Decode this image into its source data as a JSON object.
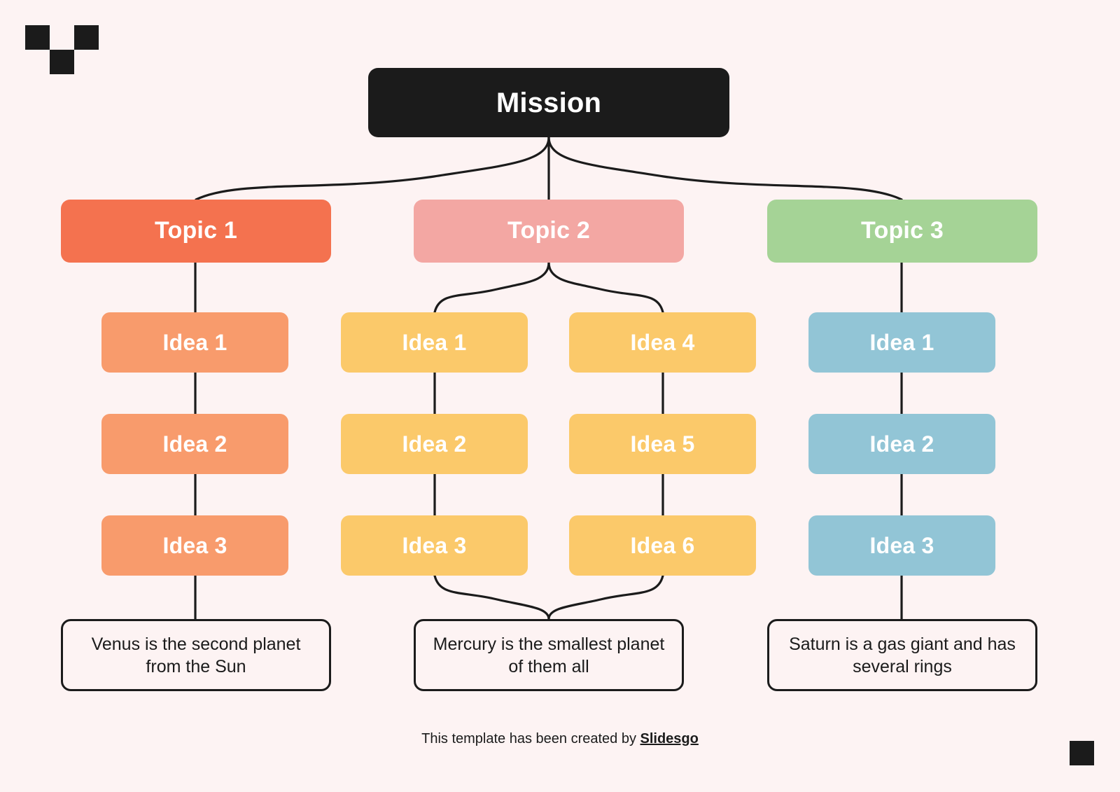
{
  "slide": {
    "background_color": "#fdf3f3",
    "ink_color": "#1b1b1b"
  },
  "root": {
    "label": "Mission",
    "background_color": "#1b1b1b",
    "text_color": "#ffffff"
  },
  "topics": [
    {
      "label": "Topic 1",
      "color": "#f4724f"
    },
    {
      "label": "Topic 2",
      "color": "#f3a7a3"
    },
    {
      "label": "Topic 3",
      "color": "#a5d396"
    }
  ],
  "columns": [
    {
      "parent": "Topic 1",
      "tone": "#f89b6c",
      "ideas": [
        "Idea 1",
        "Idea 2",
        "Idea 3"
      ]
    },
    {
      "parent": "Topic 2",
      "tone": "#fbc96a",
      "ideas": [
        "Idea 1",
        "Idea 2",
        "Idea 3"
      ]
    },
    {
      "parent": "Topic 2",
      "tone": "#fbc96a",
      "ideas": [
        "Idea 4",
        "Idea 5",
        "Idea 6"
      ]
    },
    {
      "parent": "Topic 3",
      "tone": "#92c5d6",
      "ideas": [
        "Idea 1",
        "Idea 2",
        "Idea 3"
      ]
    }
  ],
  "captions": [
    "Venus is the second planet from the Sun",
    "Mercury is the smallest planet of them all",
    "Saturn is a gas giant and has several rings"
  ],
  "footer": {
    "text": "This template has been created by ",
    "brand": "Slidesgo"
  },
  "decorations": {
    "logo": "checker-squares-logo",
    "corner": "square-accent"
  }
}
